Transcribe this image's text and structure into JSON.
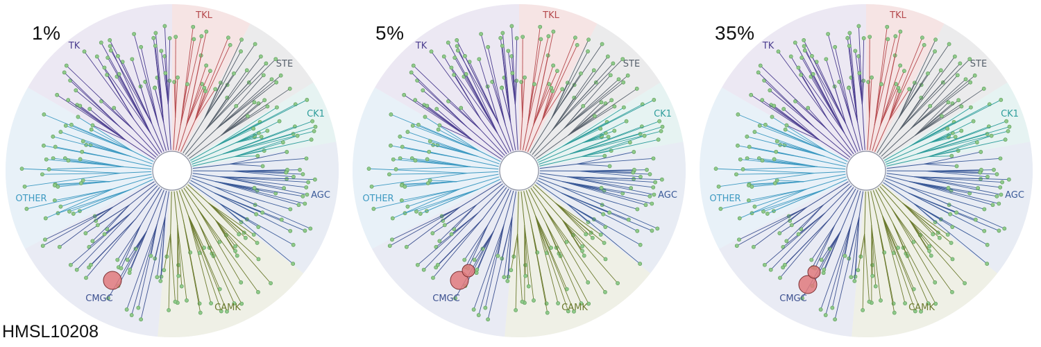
{
  "sample_id": "HMSL10208",
  "panels": [
    {
      "label": "1%",
      "hits": [
        {
          "group": "CMGC",
          "size": "large"
        }
      ]
    },
    {
      "label": "5%",
      "hits": [
        {
          "group": "CMGC",
          "size": "large"
        },
        {
          "group": "CMGC",
          "size": "medium"
        }
      ]
    },
    {
      "label": "35%",
      "hits": [
        {
          "group": "CMGC",
          "size": "large"
        },
        {
          "group": "CMGC",
          "size": "medium"
        }
      ]
    }
  ],
  "groups": [
    {
      "name": "TKL",
      "color": "#b5494d",
      "wedge": "#f6e4e4"
    },
    {
      "name": "STE",
      "color": "#555f6a",
      "wedge": "#ebebec"
    },
    {
      "name": "CK1",
      "color": "#2e9d9b",
      "wedge": "#e6f3f2"
    },
    {
      "name": "AGC",
      "color": "#3a5a98",
      "wedge": "#e8ecf4"
    },
    {
      "name": "CAMK",
      "color": "#6b7a2e",
      "wedge": "#eff0e6"
    },
    {
      "name": "CMGC",
      "color": "#3d5190",
      "wedge": "#e9ebf4"
    },
    {
      "name": "OTHER",
      "color": "#3e9ac2",
      "wedge": "#e8f1f8"
    },
    {
      "name": "TK",
      "color": "#4b3d8f",
      "wedge": "#ece8f3"
    }
  ],
  "colors": {
    "kinase_dot": "#8fc98a",
    "hit_circle": "#e07a7c"
  }
}
